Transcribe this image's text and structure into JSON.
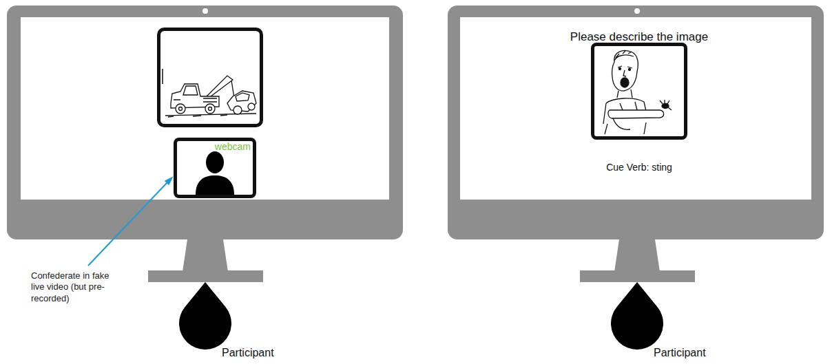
{
  "diagram": {
    "nodes": [
      {
        "text": [
          "webcam"
        ]
      },
      {
        "text": [
          "Participant"
        ]
      },
      {
        "text": [
          "Please describe the image",
          "Cue Verb: sting"
        ]
      },
      {
        "text": [
          "Participant"
        ]
      }
    ],
    "labels": [
      "Confederate in fake live video (but pre-recorded)"
    ]
  }
}
